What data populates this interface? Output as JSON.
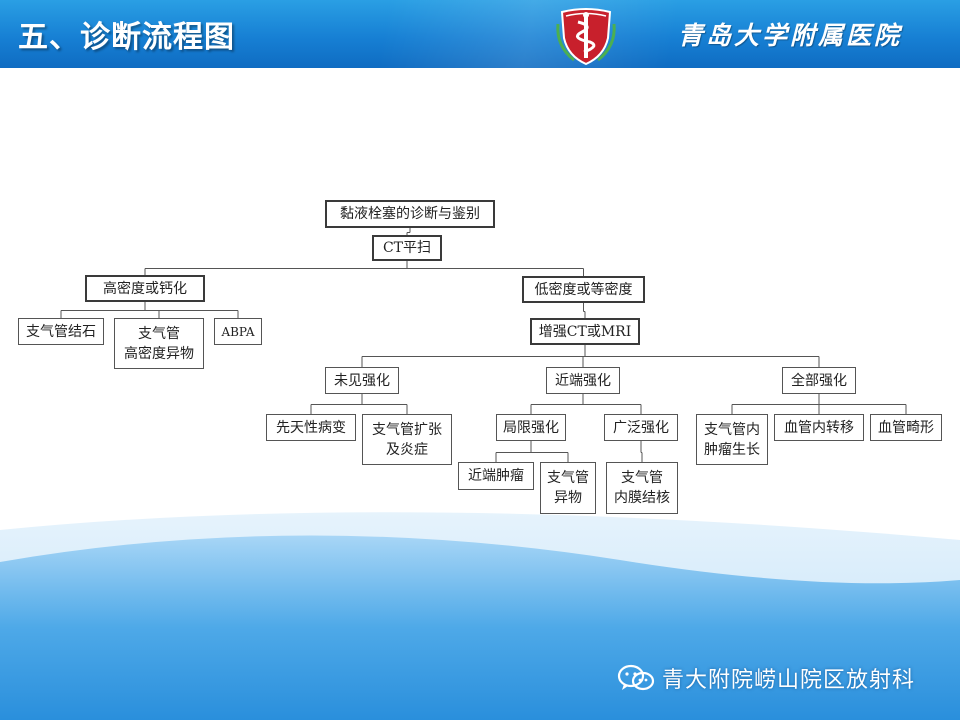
{
  "header": {
    "title": "五、诊断流程图",
    "hospital_name": "青岛大学附属医院",
    "logo": "hospital-caduceus-logo-icon"
  },
  "colors": {
    "banner": "#1780d4",
    "wave": "#3b9ee3",
    "box_border": "#555555",
    "connector": "#555555"
  },
  "flowchart": {
    "nodes": {
      "root": "黏液栓塞的诊断与鉴别",
      "ct_plain": "CT平扫",
      "high_density": "高密度或钙化",
      "low_density": "低密度或等密度",
      "bronchial_stone": "支气管结石",
      "high_density_foreign_body": "支气管\n高密度异物",
      "abpa": "ABPA",
      "enhanced_ct": "增强CT或MRI",
      "no_enhancement": "未见强化",
      "proximal_enhancement": "近端强化",
      "full_enhancement": "全部强化",
      "congenital_lesion": "先天性病变",
      "bronchiectasis": "支气管扩张\n及炎症",
      "localized_enhancement": "局限强化",
      "extensive_enhancement": "广泛强化",
      "proximal_tumor": "近端肿瘤",
      "bronchial_foreign_body": "支气管\n异物",
      "endobronchial_tb": "支气管\n内膜结核",
      "intraluminal_tumor": "支气管内\n肿瘤生长",
      "intravascular_metastasis": "血管内转移",
      "vascular_malformation": "血管畸形"
    },
    "edges": [
      [
        "root",
        "ct_plain"
      ],
      [
        "ct_plain",
        "high_density"
      ],
      [
        "ct_plain",
        "low_density"
      ],
      [
        "high_density",
        "bronchial_stone"
      ],
      [
        "high_density",
        "high_density_foreign_body"
      ],
      [
        "high_density",
        "abpa"
      ],
      [
        "low_density",
        "enhanced_ct"
      ],
      [
        "enhanced_ct",
        "no_enhancement"
      ],
      [
        "enhanced_ct",
        "proximal_enhancement"
      ],
      [
        "enhanced_ct",
        "full_enhancement"
      ],
      [
        "no_enhancement",
        "congenital_lesion"
      ],
      [
        "no_enhancement",
        "bronchiectasis"
      ],
      [
        "proximal_enhancement",
        "localized_enhancement"
      ],
      [
        "proximal_enhancement",
        "extensive_enhancement"
      ],
      [
        "localized_enhancement",
        "proximal_tumor"
      ],
      [
        "localized_enhancement",
        "bronchial_foreign_body"
      ],
      [
        "extensive_enhancement",
        "endobronchial_tb"
      ],
      [
        "full_enhancement",
        "intraluminal_tumor"
      ],
      [
        "full_enhancement",
        "intravascular_metastasis"
      ],
      [
        "full_enhancement",
        "vascular_malformation"
      ]
    ]
  },
  "footer": {
    "account_name": "青大附院崂山院区放射科",
    "icon": "wechat-icon"
  }
}
